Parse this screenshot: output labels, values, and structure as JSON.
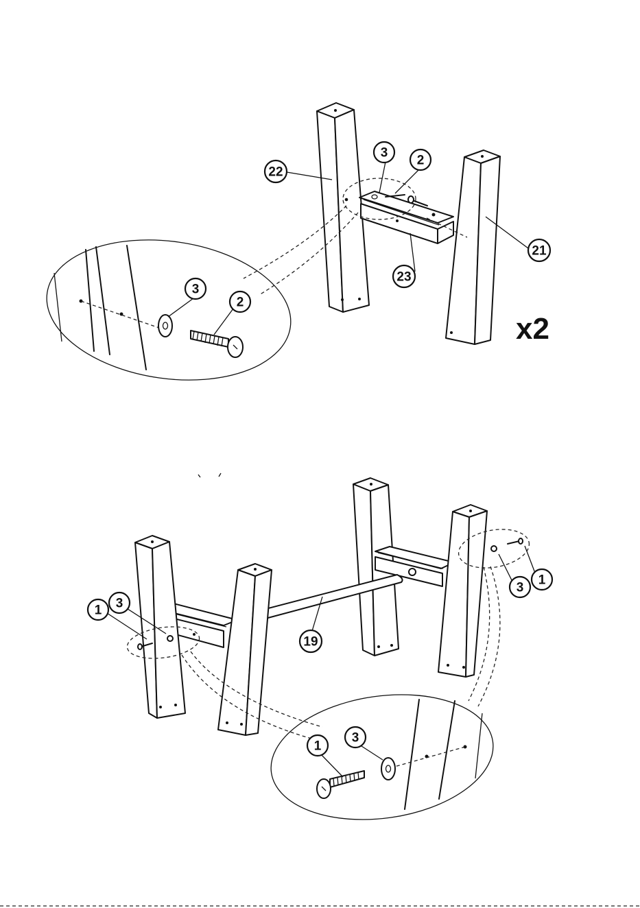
{
  "diagram": {
    "step1": {
      "multiplier": "x2",
      "callouts": {
        "leg_left": "22",
        "leg_right": "21",
        "crossbar": "23",
        "washer": "3",
        "bolt": "2",
        "zoom_washer": "3",
        "zoom_bolt": "2"
      }
    },
    "step2": {
      "callouts": {
        "bolt_left": "1",
        "washer_left": "3",
        "stretcher": "19",
        "washer_right": "3",
        "bolt_right": "1",
        "zoom_bolt": "1",
        "zoom_washer": "3"
      }
    }
  }
}
